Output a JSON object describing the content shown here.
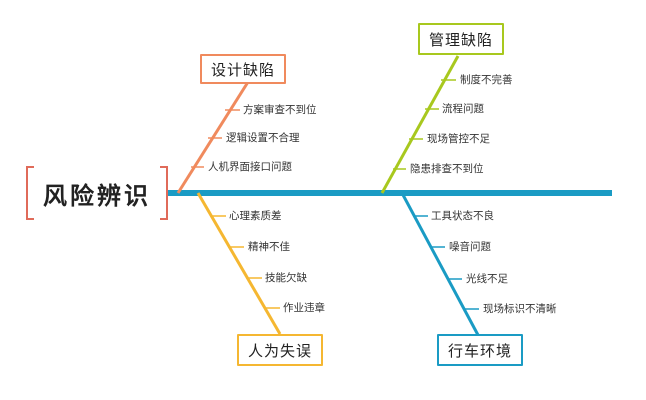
{
  "root": {
    "label": "风险辨识",
    "color": "#e06b5a"
  },
  "spine_color": "#1a9bc4",
  "categories": [
    {
      "id": "design",
      "label": "设计缺陷",
      "color": "#f08a5d",
      "causes": [
        "方案审查不到位",
        "逻辑设置不合理",
        "人机界面接口问题"
      ]
    },
    {
      "id": "management",
      "label": "管理缺陷",
      "color": "#a8c81e",
      "causes": [
        "制度不完善",
        "流程问题",
        "现场管控不足",
        "隐患排查不到位"
      ]
    },
    {
      "id": "human",
      "label": "人为失误",
      "color": "#f5b731",
      "causes": [
        "心理素质差",
        "精神不佳",
        "技能欠缺",
        "作业违章"
      ]
    },
    {
      "id": "environment",
      "label": "行车环境",
      "color": "#1a9bc4",
      "causes": [
        "工具状态不良",
        "噪音问题",
        "光线不足",
        "现场标识不清晰"
      ]
    }
  ]
}
